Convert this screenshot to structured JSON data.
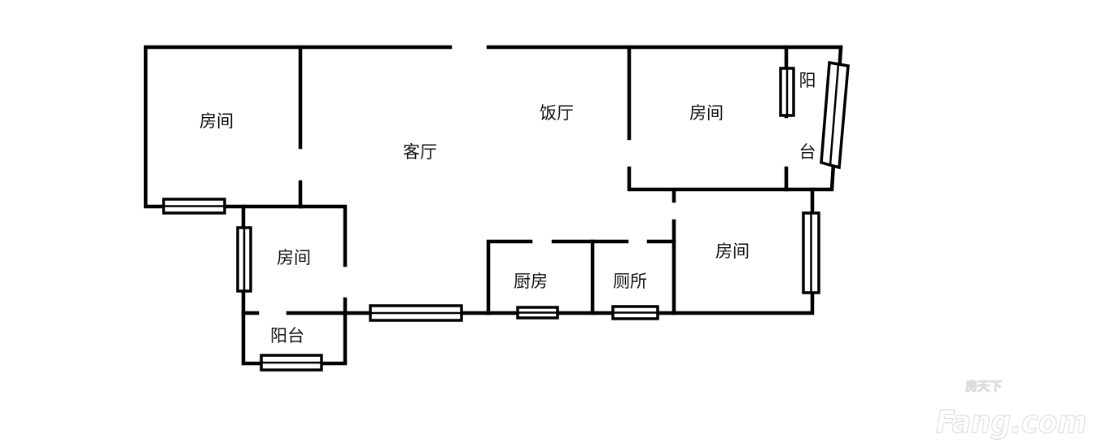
{
  "rooms": {
    "bedroom_top_left": "房间",
    "living_room": "客厅",
    "dining_room": "饭厅",
    "bedroom_top_right": "房间",
    "balcony_right_char1": "阳",
    "balcony_right_char2": "台",
    "bedroom_small": "房间",
    "balcony_left": "阳台",
    "kitchen": "厨房",
    "toilet": "厕所",
    "bedroom_bottom_right": "房间"
  },
  "watermark": {
    "cn": "房天下",
    "en": "Fang.com"
  },
  "colors": {
    "wall": "#000000",
    "background": "#ffffff"
  }
}
